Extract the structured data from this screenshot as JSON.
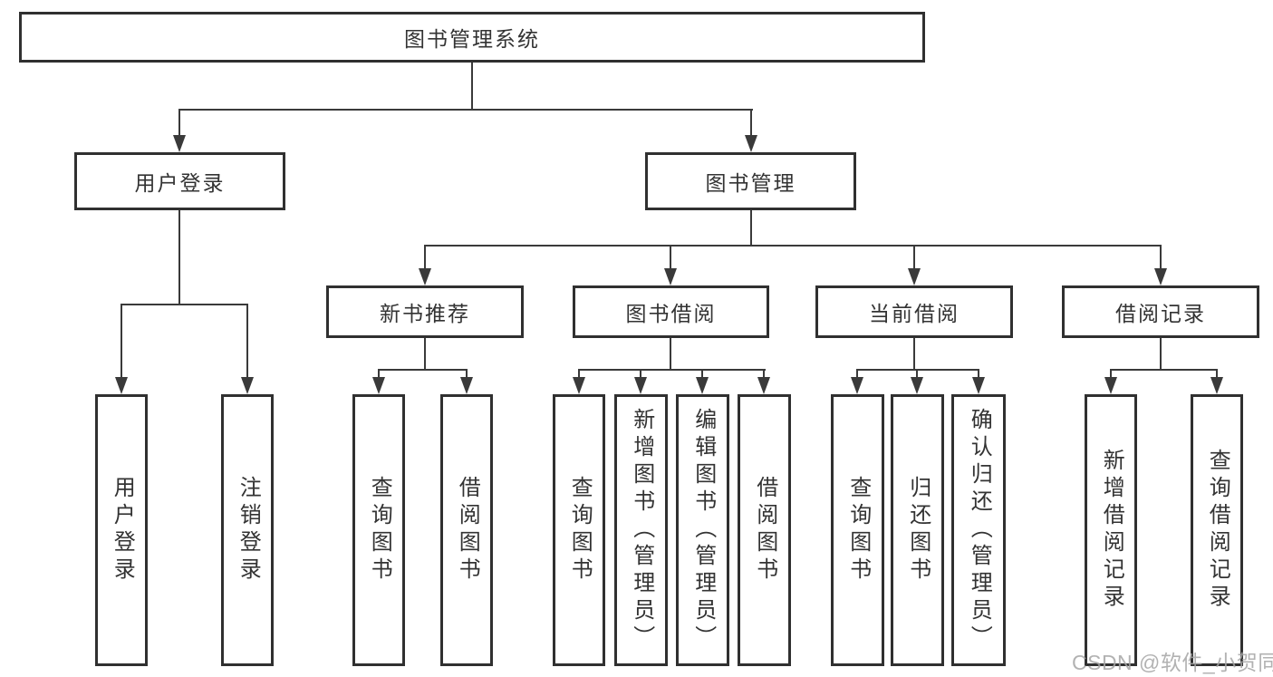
{
  "tree": {
    "label": "图书管理系统",
    "children": [
      {
        "label": "用户登录",
        "children": [
          {
            "label": "用户登录"
          },
          {
            "label": "注销登录"
          }
        ]
      },
      {
        "label": "图书管理",
        "children": [
          {
            "label": "新书推荐",
            "children": [
              {
                "label": "查询图书"
              },
              {
                "label": "借阅图书"
              }
            ]
          },
          {
            "label": "图书借阅",
            "children": [
              {
                "label": "查询图书"
              },
              {
                "label": "新增图书（管理员）"
              },
              {
                "label": "编辑图书（管理员）"
              },
              {
                "label": "借阅图书"
              }
            ]
          },
          {
            "label": "当前借阅",
            "children": [
              {
                "label": "查询图书"
              },
              {
                "label": "归还图书"
              },
              {
                "label": "确认归还（管理员）"
              }
            ]
          },
          {
            "label": "借阅记录",
            "children": [
              {
                "label": "新增借阅记录"
              },
              {
                "label": "查询借阅记录"
              }
            ]
          }
        ]
      }
    ]
  },
  "watermark": {
    "text": "CSDN @软件_小贺同学"
  },
  "colors": {
    "line": "#3a3a3a",
    "box_border": "#303030",
    "box_fill": "#ffffff",
    "text": "#333333",
    "watermark": "#a4a4a4"
  }
}
